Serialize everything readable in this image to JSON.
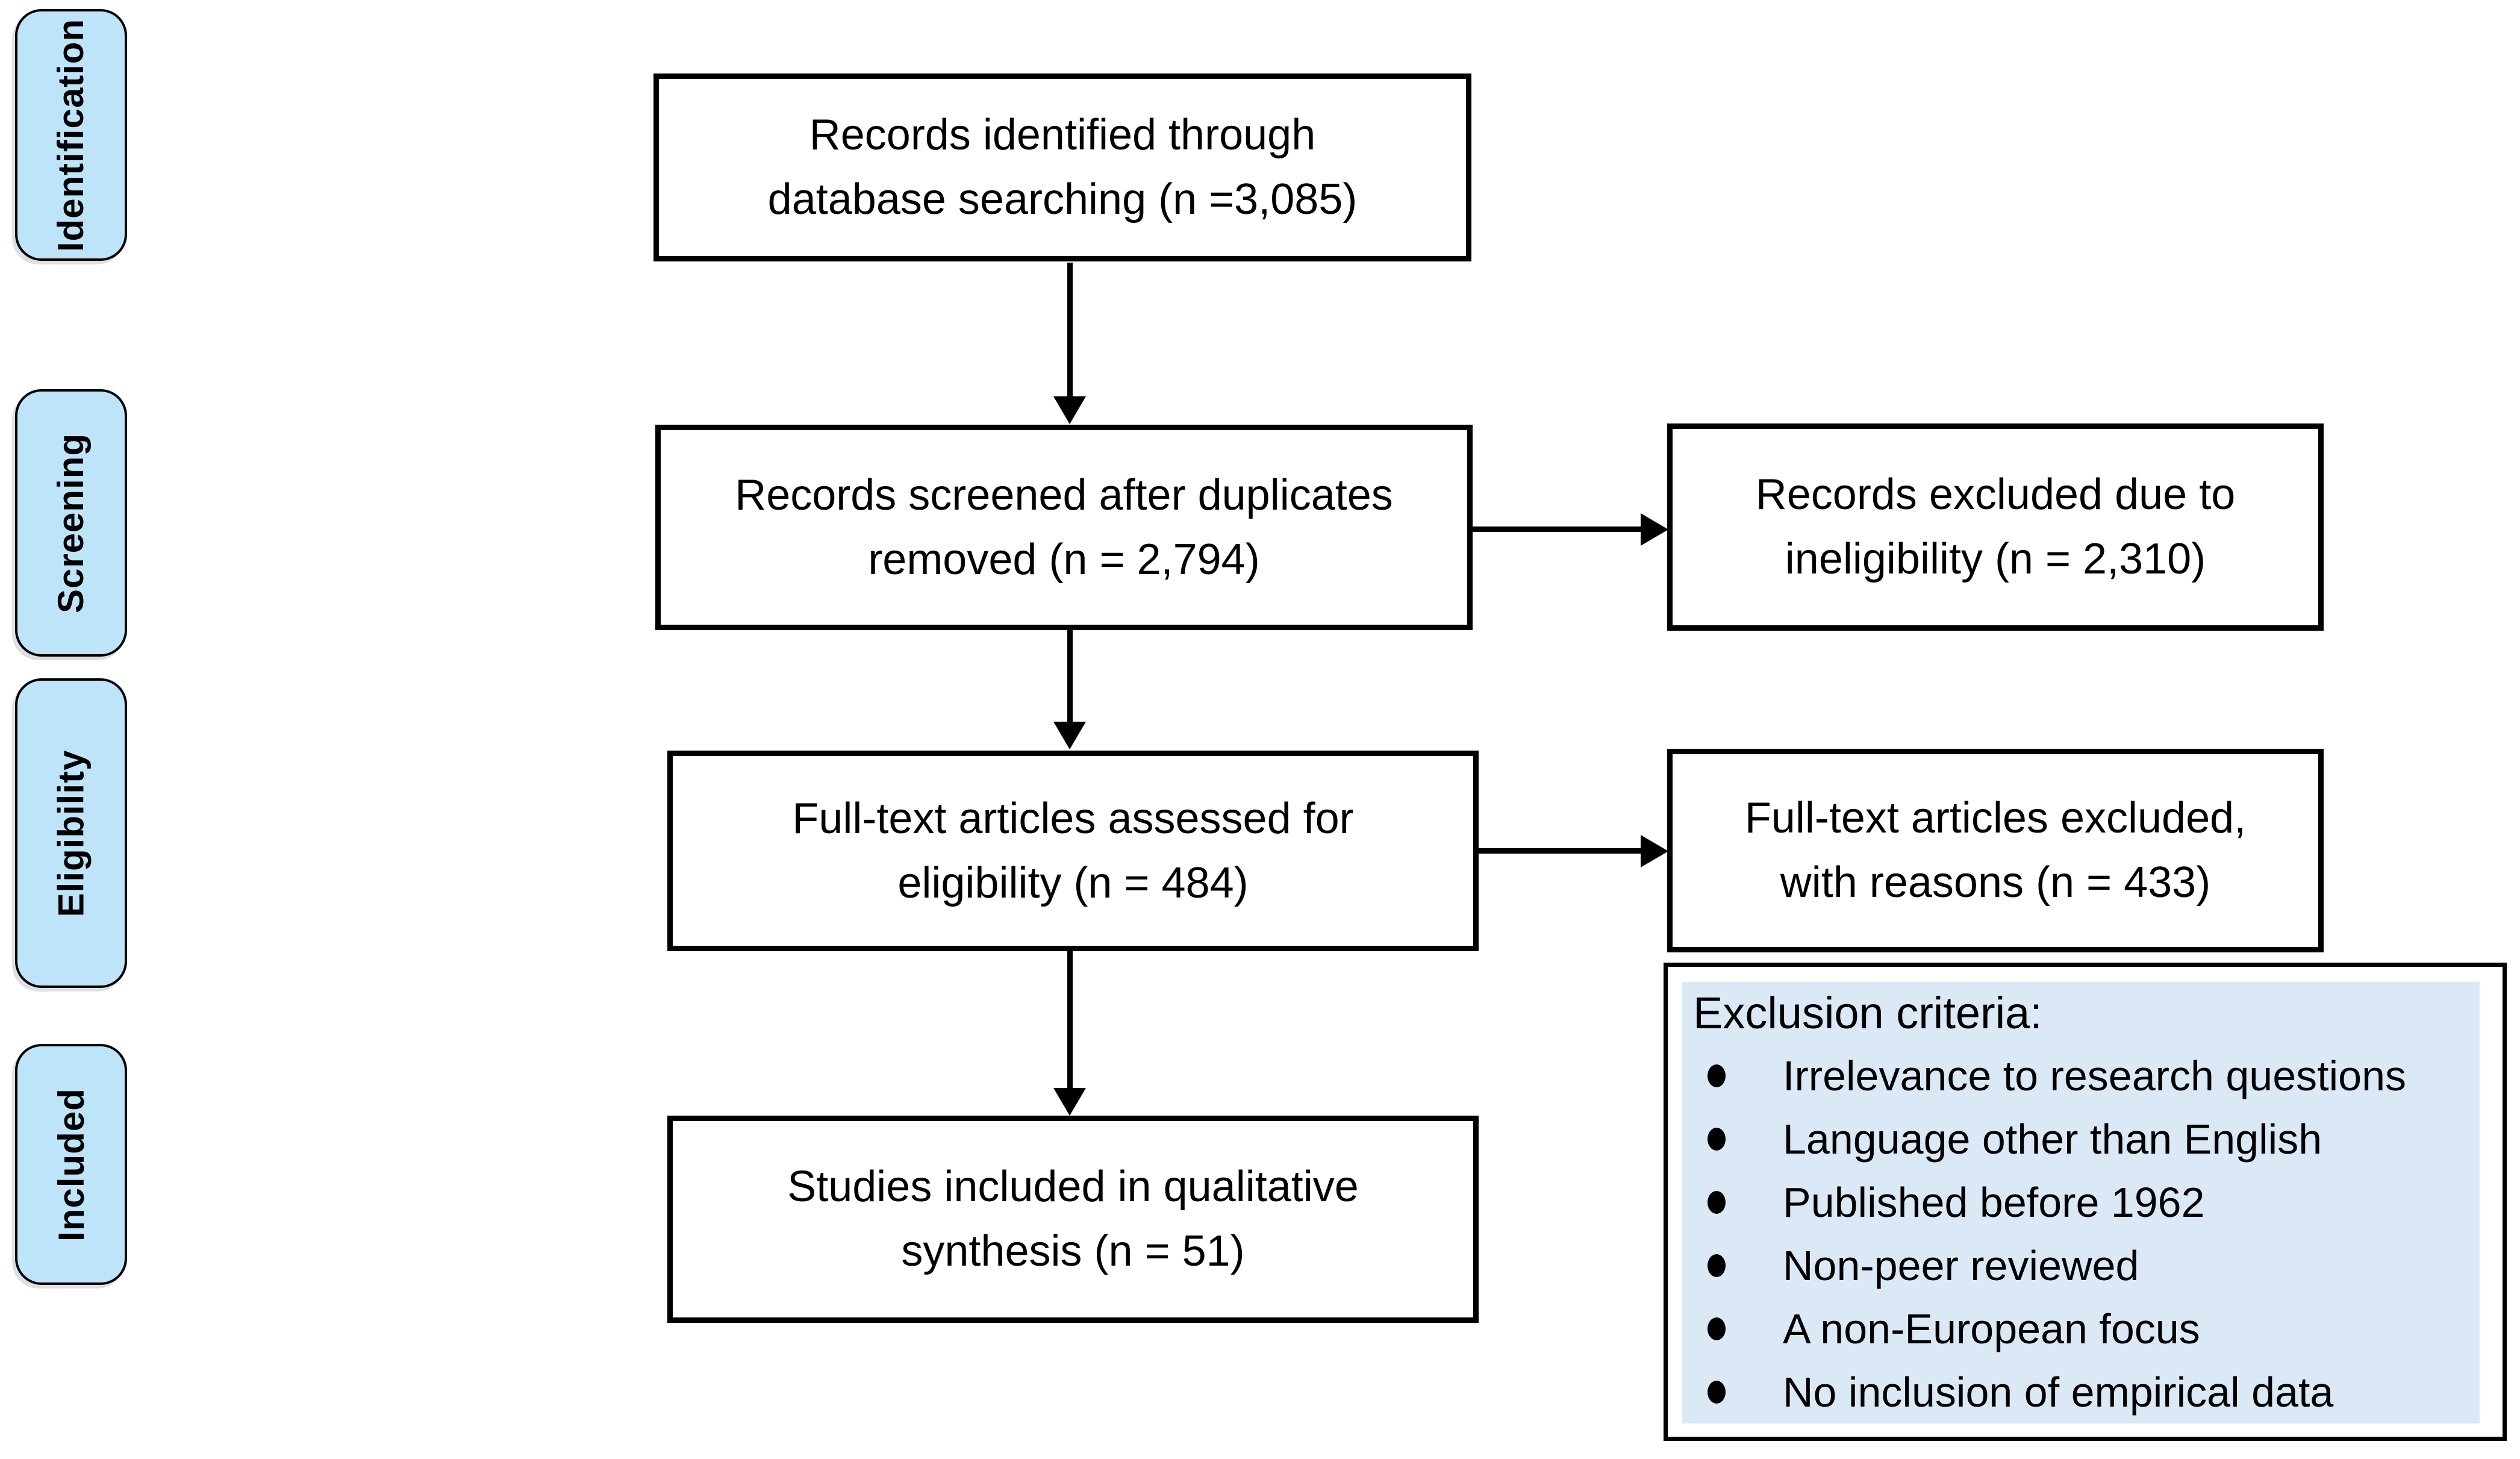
{
  "figure": {
    "type": "prisma-flow-diagram",
    "stages": [
      "Identification",
      "Screening",
      "Eligibility",
      "Included"
    ],
    "flow_boxes": [
      {
        "lines": [
          "Records identified through",
          "database searching (n =3,085)"
        ]
      },
      {
        "lines": [
          "Records screened after duplicates",
          "removed (n = 2,794)"
        ]
      },
      {
        "lines": [
          "Full-text articles assessed for",
          "eligibility (n = 484)"
        ]
      },
      {
        "lines": [
          "Studies included in qualitative",
          "synthesis (n = 51)"
        ]
      }
    ],
    "side_boxes": [
      {
        "lines": [
          "Records excluded due to",
          "ineligibility (n = 2,310)"
        ]
      },
      {
        "lines": [
          "Full-text articles excluded,",
          "with reasons (n = 433)"
        ]
      }
    ],
    "exclusion": {
      "title": "Exclusion criteria:",
      "items": [
        "Irrelevance to research questions",
        "Language other than English",
        "Published before 1962",
        "Non-peer reviewed",
        "A non-European focus",
        "No inclusion of empirical data"
      ]
    },
    "counts": {
      "identified": "3,085",
      "screened": "2,794",
      "excluded_ineligibility": "2,310",
      "fulltext_assessed": "484",
      "fulltext_excluded": "433",
      "included_qualitative": "51"
    }
  },
  "colors": {
    "stage_fill": "#bee4fa",
    "exclusion_fill": "#dbe9f6",
    "box_fill": "#ffffff",
    "border": "#000000",
    "text": "#000000"
  }
}
